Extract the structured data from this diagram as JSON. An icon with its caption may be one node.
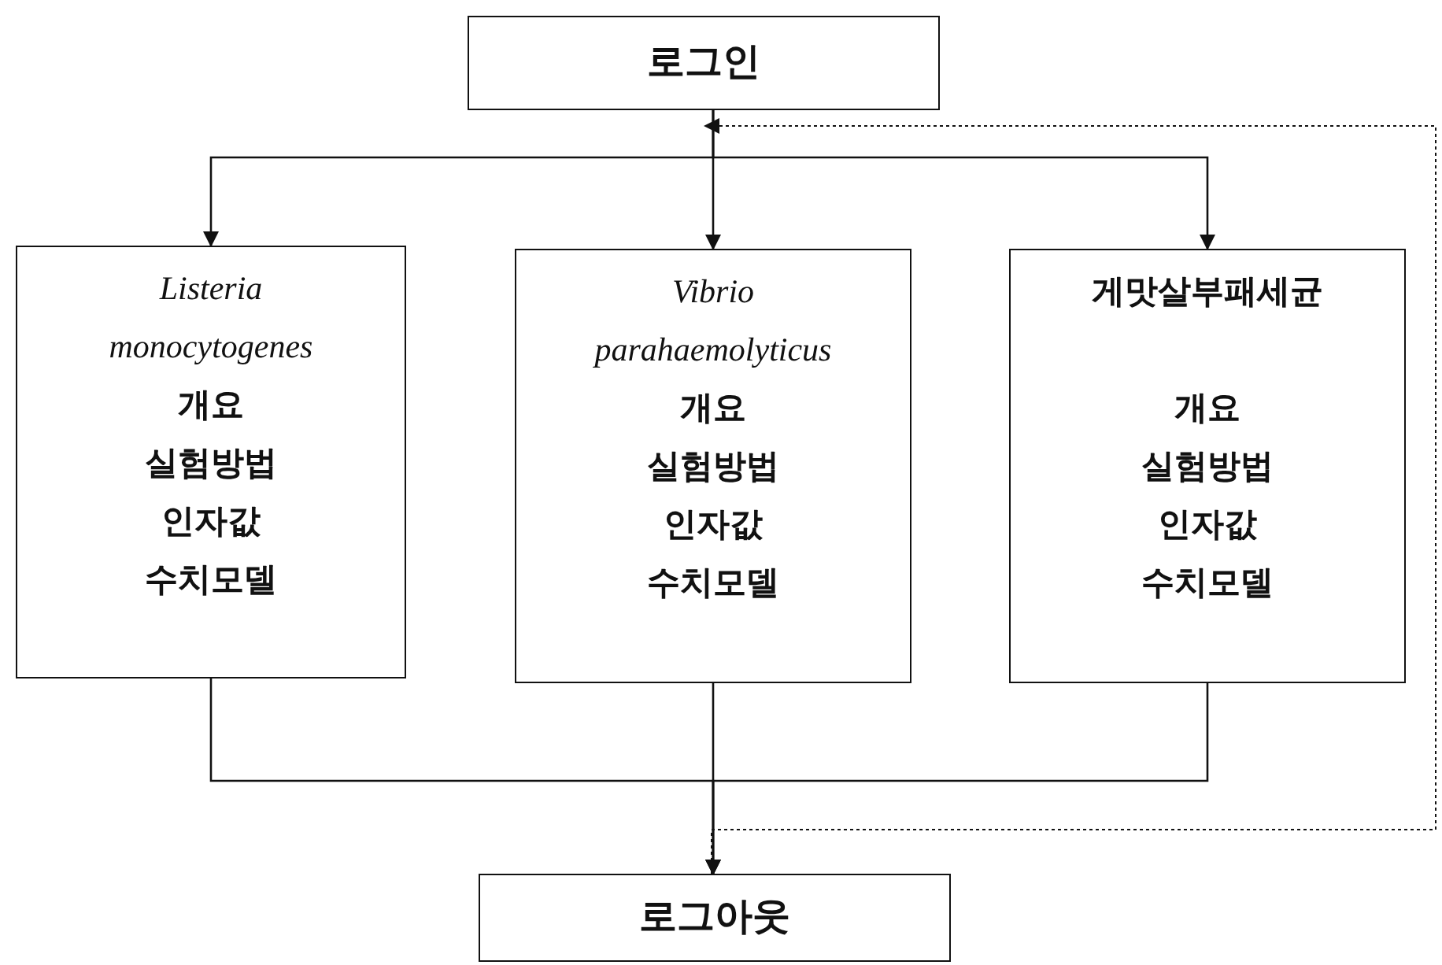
{
  "diagram": {
    "nodes": [
      {
        "text": [
          "로그인"
        ]
      },
      {
        "text": [
          "*Listeria monocytogenes*",
          "개요",
          "실험방법",
          "인자값",
          "수치모델"
        ]
      },
      {
        "text": [
          "*Vibrio parahaemolyticus*",
          "개요",
          "실험방법",
          "인자값",
          "수치모델"
        ]
      },
      {
        "text": [
          "게맛살부패세균",
          "개요",
          "실험방법",
          "인자값",
          "수치모델"
        ]
      },
      {
        "text": [
          "로그아웃"
        ]
      }
    ],
    "edges": [
      {
        "from": 0,
        "to": 1,
        "arrow": "to"
      },
      {
        "from": 0,
        "to": 2,
        "arrow": "to"
      },
      {
        "from": 0,
        "to": 3,
        "arrow": "to"
      },
      {
        "from": 1,
        "to": 4,
        "arrow": "to"
      },
      {
        "from": 2,
        "to": 4,
        "arrow": "to"
      },
      {
        "from": 3,
        "to": 4,
        "arrow": "to"
      },
      {
        "from": 4,
        "to": 0,
        "arrow": "to",
        "style": "dashed"
      }
    ]
  }
}
